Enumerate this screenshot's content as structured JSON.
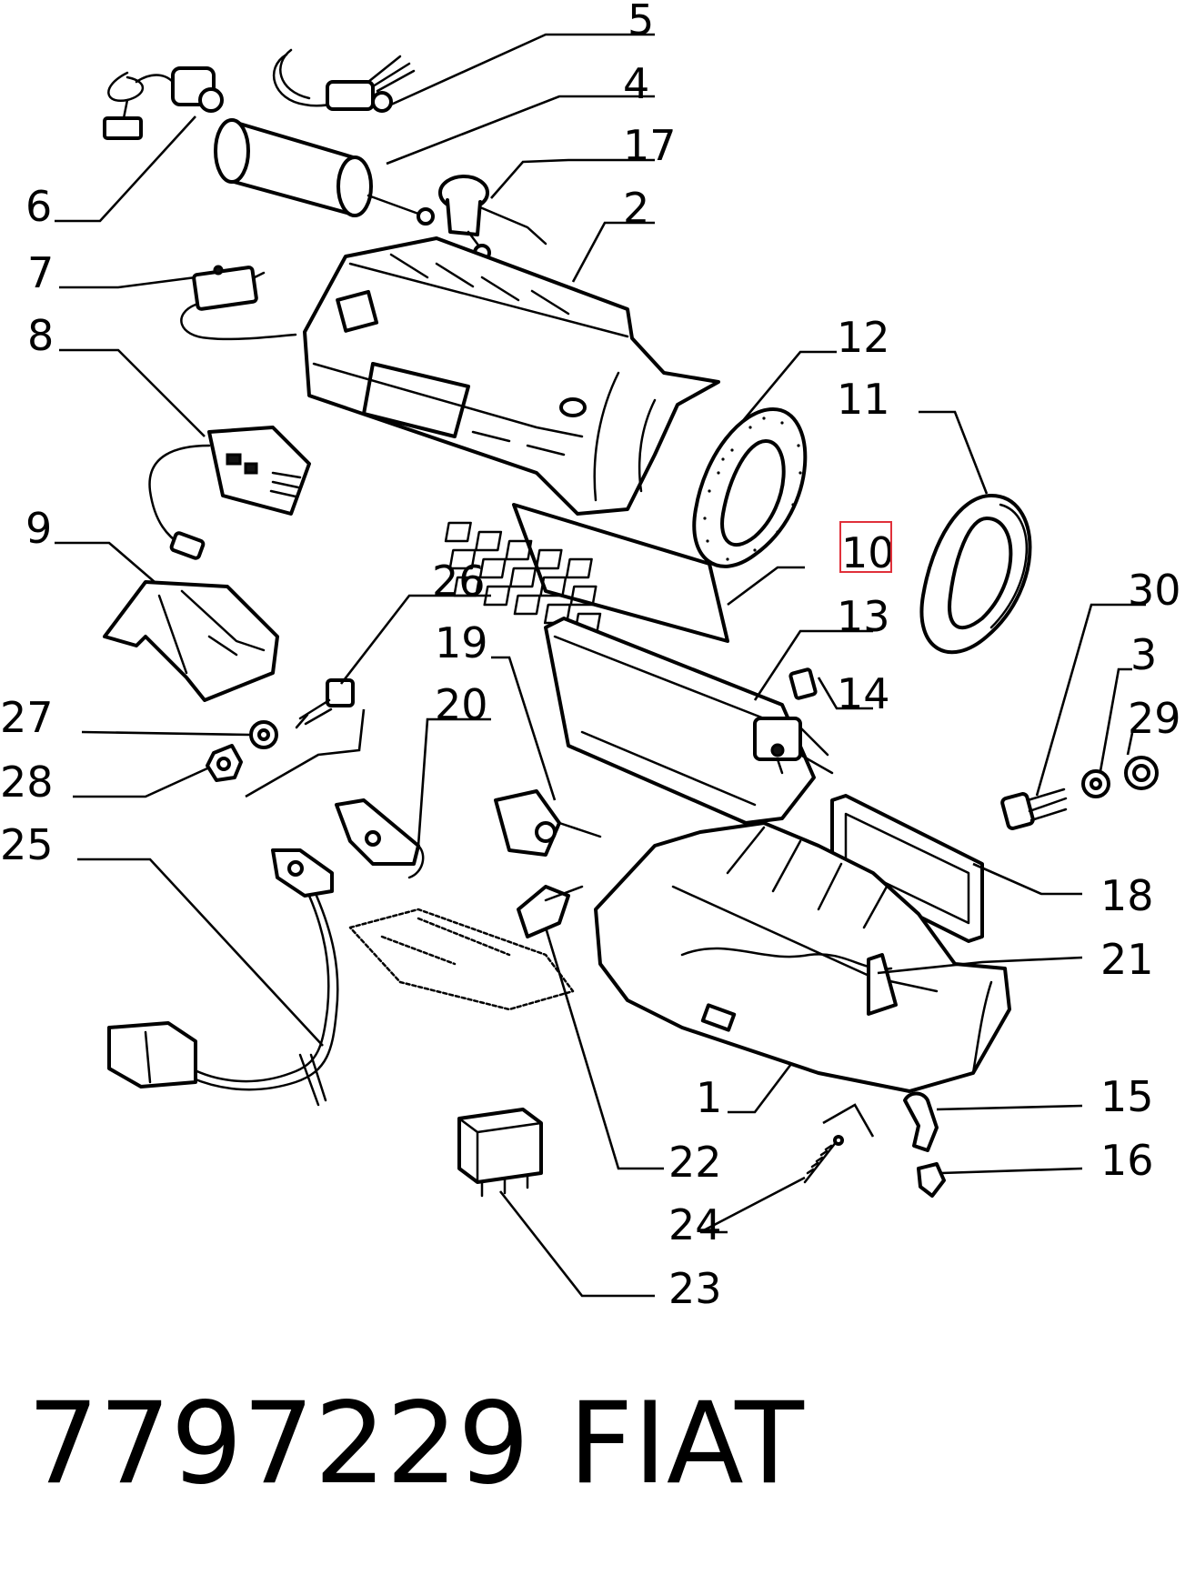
{
  "diagram": {
    "callouts": [
      {
        "id": "c5",
        "label": "5"
      },
      {
        "id": "c4",
        "label": "4"
      },
      {
        "id": "c17",
        "label": "17"
      },
      {
        "id": "c6",
        "label": "6"
      },
      {
        "id": "c2",
        "label": "2"
      },
      {
        "id": "c7",
        "label": "7"
      },
      {
        "id": "c12",
        "label": "12"
      },
      {
        "id": "c8",
        "label": "8"
      },
      {
        "id": "c11",
        "label": "11"
      },
      {
        "id": "c9",
        "label": "9"
      },
      {
        "id": "c10",
        "label": "10",
        "highlighted": true
      },
      {
        "id": "c26",
        "label": "26"
      },
      {
        "id": "c30",
        "label": "30"
      },
      {
        "id": "c13",
        "label": "13"
      },
      {
        "id": "c19",
        "label": "19"
      },
      {
        "id": "c3",
        "label": "3"
      },
      {
        "id": "c27",
        "label": "27"
      },
      {
        "id": "c20",
        "label": "20"
      },
      {
        "id": "c14",
        "label": "14"
      },
      {
        "id": "c29",
        "label": "29"
      },
      {
        "id": "c28",
        "label": "28"
      },
      {
        "id": "c25",
        "label": "25"
      },
      {
        "id": "c18",
        "label": "18"
      },
      {
        "id": "c21",
        "label": "21"
      },
      {
        "id": "c1",
        "label": "1"
      },
      {
        "id": "c15",
        "label": "15"
      },
      {
        "id": "c16",
        "label": "16"
      },
      {
        "id": "c22",
        "label": "22"
      },
      {
        "id": "c24",
        "label": "24"
      },
      {
        "id": "c23",
        "label": "23"
      }
    ],
    "highlight_color": "#e0303a"
  },
  "footer": {
    "part_number": "7797229",
    "brand": "FIAT"
  }
}
